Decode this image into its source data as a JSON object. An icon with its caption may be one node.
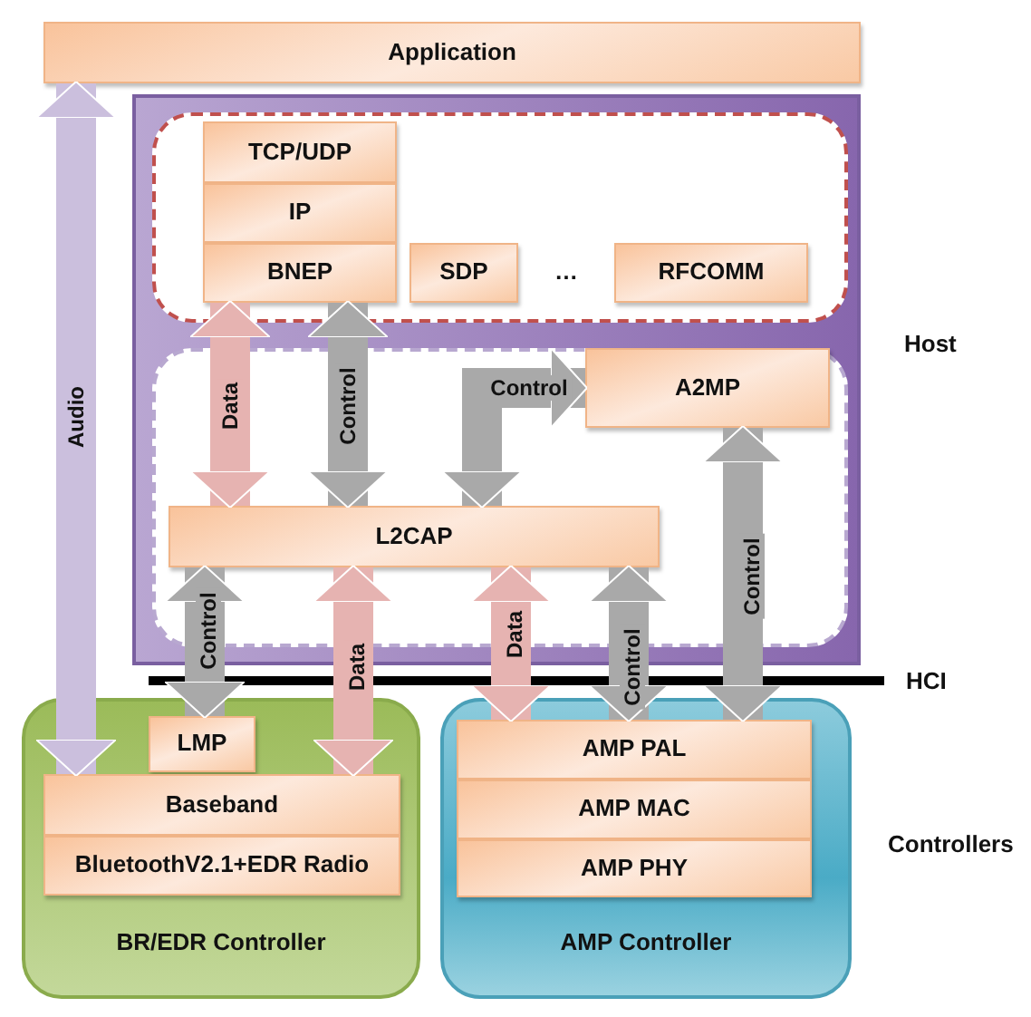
{
  "diagram": {
    "nodes": [
      {
        "text": [
          "Application"
        ]
      },
      {
        "text": [],
        "shape": "box"
      },
      {
        "text": [],
        "shape": "box",
        "in": 1
      },
      {
        "text": [
          "TCP/UDP"
        ],
        "in": 2
      },
      {
        "text": [
          "IP"
        ],
        "in": 2
      },
      {
        "text": [
          "BNEP"
        ],
        "in": 2
      },
      {
        "text": [
          "SDP"
        ],
        "in": 2
      },
      {
        "text": [
          "RFCOMM"
        ],
        "in": 2
      },
      {
        "text": [],
        "shape": "box",
        "in": 1
      },
      {
        "text": [
          "A2MP"
        ],
        "in": 8
      },
      {
        "text": [
          "L2CAP"
        ],
        "in": 8
      },
      {
        "text": [
          "BR/EDR Controller"
        ]
      },
      {
        "text": [
          "LMP"
        ],
        "in": 11
      },
      {
        "text": [
          "Baseband"
        ],
        "in": 11
      },
      {
        "text": [
          "BluetoothV2.1+EDR Radio"
        ],
        "in": 11
      },
      {
        "text": [
          "AMP Controller"
        ]
      },
      {
        "text": [
          "AMP PAL"
        ],
        "in": 15
      },
      {
        "text": [
          "AMP MAC"
        ],
        "in": 15
      },
      {
        "text": [
          "AMP PHY"
        ],
        "in": 15
      }
    ],
    "edges": [
      {
        "from": 0,
        "to": 13,
        "arrow": "both",
        "label": "Audio",
        "color": "#cbbfdd"
      },
      {
        "from": 5,
        "to": 10,
        "arrow": "both",
        "label": "Data",
        "color": "#e6b3b1"
      },
      {
        "from": 5,
        "to": 10,
        "arrow": "both",
        "label": "Control"
      },
      {
        "from": 10,
        "to": 9,
        "arrow": "both",
        "label": "Control"
      },
      {
        "from": 9,
        "to": 16,
        "arrow": "both",
        "label": "Control"
      },
      {
        "from": 10,
        "to": 12,
        "arrow": "both",
        "label": "Control"
      },
      {
        "from": 10,
        "to": 13,
        "arrow": "both",
        "label": "Data",
        "color": "#e6b3b1"
      },
      {
        "from": 10,
        "to": 16,
        "arrow": "both",
        "label": "Data",
        "color": "#e6b3b1"
      },
      {
        "from": 10,
        "to": 16,
        "arrow": "both",
        "label": "Control"
      }
    ],
    "labels": [
      "…",
      "Host",
      "HCI",
      "Controllers"
    ]
  }
}
